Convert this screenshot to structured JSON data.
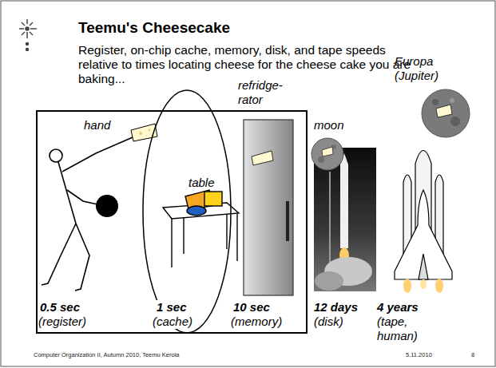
{
  "diagram": {
    "title": "Teemu's Cheesecake",
    "nodes": [
      {
        "text": [
          "hand",
          "0.5 sec",
          "(register)",
          "refridge- rator",
          "10 sec",
          "(memory)"
        ]
      },
      {
        "text": [
          "table",
          "1 sec",
          "(cache)"
        ],
        "in": 0
      }
    ],
    "labels": [
      "Register, on-chip cache, memory, disk, and tape speeds relative to times locating cheese for the cheese cake you are baking...",
      "moon",
      "12 days",
      "(disk)",
      "Europa (Jupiter)",
      "4 years",
      "(tape, human)",
      "Computer Organization II, Autumn 2010, Teemu Kerola",
      "5.11.2010",
      "8"
    ]
  }
}
